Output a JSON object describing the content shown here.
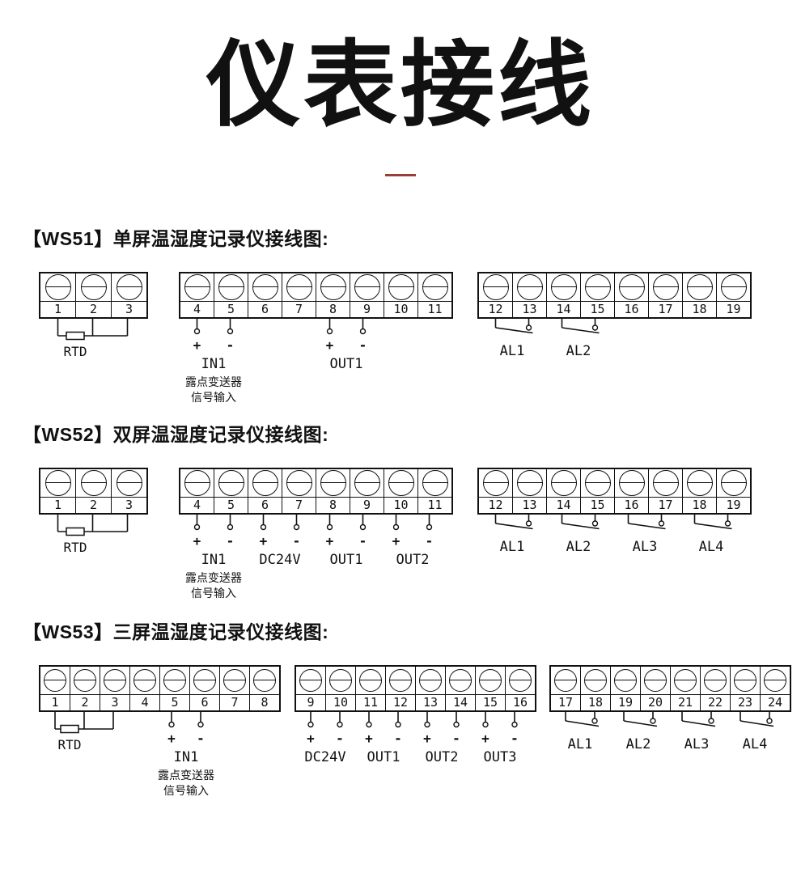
{
  "title": "仪表接线",
  "accent_color": "#993f38",
  "signs": {
    "plus": "+",
    "minus": "-"
  },
  "sections": [
    {
      "heading": "【WS51】单屏温湿度记录仪接线图:",
      "blocks": [
        {
          "terminals": [
            "1",
            "2",
            "3"
          ],
          "annotations": [
            {
              "type": "rtd",
              "label": "RTD",
              "indices": [
                0,
                1,
                2
              ]
            }
          ]
        },
        {
          "terminals": [
            "4",
            "5",
            "6",
            "7",
            "8",
            "9",
            "10",
            "11"
          ],
          "annotations": [
            {
              "type": "pair",
              "label": "IN1",
              "indices": [
                0,
                1
              ],
              "sublabels": [
                "露点变送器",
                "信号输入"
              ]
            },
            {
              "type": "pair",
              "label": "OUT1",
              "indices": [
                4,
                5
              ],
              "sublabels": []
            }
          ]
        },
        {
          "terminals": [
            "12",
            "13",
            "14",
            "15",
            "16",
            "17",
            "18",
            "19"
          ],
          "annotations": [
            {
              "type": "relay",
              "label": "AL1",
              "indices": [
                0,
                1
              ]
            },
            {
              "type": "relay",
              "label": "AL2",
              "indices": [
                2,
                3
              ]
            }
          ]
        }
      ]
    },
    {
      "heading": "【WS52】双屏温湿度记录仪接线图:",
      "blocks": [
        {
          "terminals": [
            "1",
            "2",
            "3"
          ],
          "annotations": [
            {
              "type": "rtd",
              "label": "RTD",
              "indices": [
                0,
                1,
                2
              ]
            }
          ]
        },
        {
          "terminals": [
            "4",
            "5",
            "6",
            "7",
            "8",
            "9",
            "10",
            "11"
          ],
          "annotations": [
            {
              "type": "pair",
              "label": "IN1",
              "indices": [
                0,
                1
              ],
              "sublabels": [
                "露点变送器",
                "信号输入"
              ]
            },
            {
              "type": "pair",
              "label": "DC24V",
              "indices": [
                2,
                3
              ],
              "sublabels": []
            },
            {
              "type": "pair",
              "label": "OUT1",
              "indices": [
                4,
                5
              ],
              "sublabels": []
            },
            {
              "type": "pair",
              "label": "OUT2",
              "indices": [
                6,
                7
              ],
              "sublabels": []
            }
          ]
        },
        {
          "terminals": [
            "12",
            "13",
            "14",
            "15",
            "16",
            "17",
            "18",
            "19"
          ],
          "annotations": [
            {
              "type": "relay",
              "label": "AL1",
              "indices": [
                0,
                1
              ]
            },
            {
              "type": "relay",
              "label": "AL2",
              "indices": [
                2,
                3
              ]
            },
            {
              "type": "relay",
              "label": "AL3",
              "indices": [
                4,
                5
              ]
            },
            {
              "type": "relay",
              "label": "AL4",
              "indices": [
                6,
                7
              ]
            }
          ]
        }
      ]
    },
    {
      "heading": "【WS53】三屏温湿度记录仪接线图:",
      "blocks": [
        {
          "terminals": [
            "1",
            "2",
            "3",
            "4",
            "5",
            "6",
            "7",
            "8"
          ],
          "annotations": [
            {
              "type": "rtd",
              "label": "RTD",
              "indices": [
                0,
                1,
                2
              ]
            },
            {
              "type": "pair",
              "label": "IN1",
              "indices": [
                4,
                5
              ],
              "sublabels": [
                "露点变送器",
                "信号输入"
              ]
            }
          ]
        },
        {
          "terminals": [
            "9",
            "10",
            "11",
            "12",
            "13",
            "14",
            "15",
            "16"
          ],
          "annotations": [
            {
              "type": "pair",
              "label": "DC24V",
              "indices": [
                0,
                1
              ],
              "sublabels": []
            },
            {
              "type": "pair",
              "label": "OUT1",
              "indices": [
                2,
                3
              ],
              "sublabels": []
            },
            {
              "type": "pair",
              "label": "OUT2",
              "indices": [
                4,
                5
              ],
              "sublabels": []
            },
            {
              "type": "pair",
              "label": "OUT3",
              "indices": [
                6,
                7
              ],
              "sublabels": []
            }
          ]
        },
        {
          "terminals": [
            "17",
            "18",
            "19",
            "20",
            "21",
            "22",
            "23",
            "24"
          ],
          "annotations": [
            {
              "type": "relay",
              "label": "AL1",
              "indices": [
                0,
                1
              ]
            },
            {
              "type": "relay",
              "label": "AL2",
              "indices": [
                2,
                3
              ]
            },
            {
              "type": "relay",
              "label": "AL3",
              "indices": [
                4,
                5
              ]
            },
            {
              "type": "relay",
              "label": "AL4",
              "indices": [
                6,
                7
              ]
            }
          ]
        }
      ]
    }
  ]
}
